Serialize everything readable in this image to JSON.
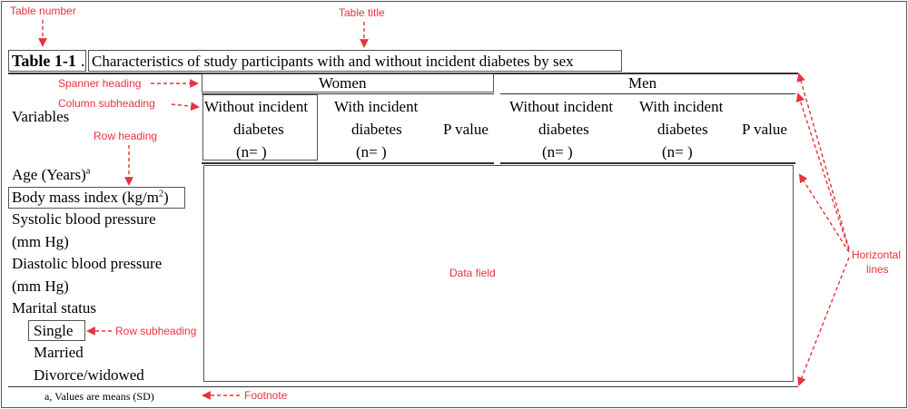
{
  "table": {
    "number": "Table 1-1",
    "number_suffix": ".",
    "title": "Characteristics of study participants with and without incident diabetes by sex",
    "spanner_women": "Women",
    "spanner_men": "Men",
    "variables_label": "Variables",
    "col_without_l1": "Without incident",
    "col_without_l2": "diabetes",
    "col_with_l1": "With incident",
    "col_with_l2": "diabetes",
    "col_n": "(n=    )",
    "col_pvalue": "P value",
    "rows": {
      "age": "Age (Years)",
      "age_sup": "a",
      "bmi": "Body mass index (kg/m",
      "bmi_sup": "2",
      "bmi_close": ")",
      "sbp_l1": "Systolic blood pressure",
      "sbp_l2": "(mm Hg)",
      "dbp_l1": "Diastolic blood pressure",
      "dbp_l2": "(mm Hg)",
      "marital": "Marital status",
      "single": "Single",
      "married": "Married",
      "divorced": "Divorce/widowed"
    },
    "footnote": "a, Values are means (SD)"
  },
  "annotations": {
    "table_number": "Table number",
    "table_title": "Table title",
    "spanner_heading": "Spanner heading",
    "column_subheading": "Column subheading",
    "row_heading": "Row heading",
    "data_field": "Data field",
    "row_subheading": "Row subheading",
    "horizontal_lines_l1": "Horizontal",
    "horizontal_lines_l2": "lines",
    "footnote": "Footnote"
  },
  "colors": {
    "annotation": "#e8323c",
    "table_text": "#000000",
    "border": "#555555"
  }
}
